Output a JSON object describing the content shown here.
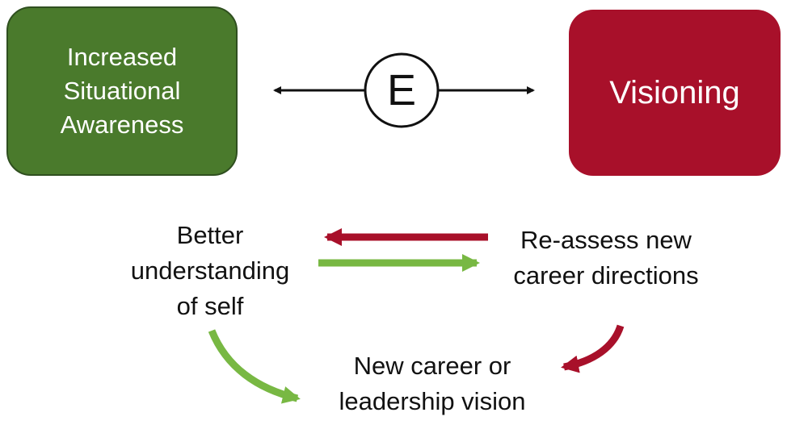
{
  "colors": {
    "green": "#4a7a2c",
    "red": "#a8102a",
    "arrow_green": "#78b843",
    "arrow_red": "#a8102a",
    "black": "#111111"
  },
  "boxes": {
    "left_label": "Increased\nSituational\nAwareness",
    "right_label": "Visioning"
  },
  "connector": {
    "circle_label": "E"
  },
  "cycle": {
    "better_self": "Better\nunderstanding\nof self",
    "reassess": "Re-assess new\ncareer directions",
    "new_vision": "New career or\nleadership vision"
  }
}
